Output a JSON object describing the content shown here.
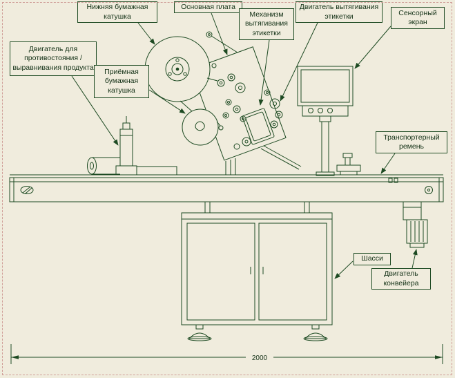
{
  "page": {
    "background": "#f0ecdd",
    "line_color": "#1d4a22",
    "text_color": "#123015",
    "border_dash_color": "#cf9d97"
  },
  "callouts": [
    {
      "id": "lower-paper-spool",
      "label": "Нижняя бумажная катушка"
    },
    {
      "id": "main-board",
      "label": "Основная плата"
    },
    {
      "id": "label-pull-mechanism",
      "label": "Механизм вытягивания этикетки"
    },
    {
      "id": "label-pull-motor",
      "label": "Двигатель вытягивания этикетки"
    },
    {
      "id": "touch-screen",
      "label": "Сенсорный экран"
    },
    {
      "id": "product-align-motor",
      "label": "Двигатель для противостояния / выравнивания продукта"
    },
    {
      "id": "receiving-paper-spool",
      "label": "Приёмная бумажная катушка"
    },
    {
      "id": "conveyor-belt",
      "label": "Транспортерный ремень"
    },
    {
      "id": "chassis",
      "label": "Шасси"
    },
    {
      "id": "conveyor-motor",
      "label": "Двигатель конвейера"
    }
  ],
  "dimension": {
    "value": "2000"
  }
}
